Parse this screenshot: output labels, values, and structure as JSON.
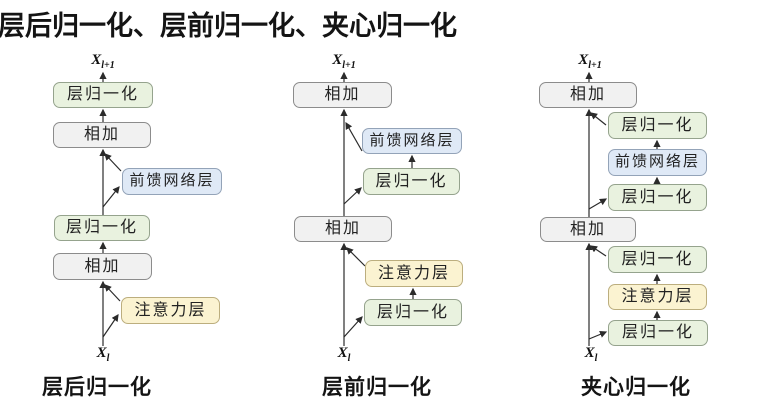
{
  "title": "层后归一化、层前归一化、夹心归一化",
  "labels": {
    "add": "相加",
    "layernorm": "层归一化",
    "feedforward": "前馈网络层",
    "attention": "注意力层"
  },
  "variables": {
    "x_base": "X",
    "out_subscript": "l+1",
    "in_subscript": "l"
  },
  "columns": [
    {
      "caption": "层后归一化"
    },
    {
      "caption": "层前归一化"
    },
    {
      "caption": "夹心归一化"
    }
  ],
  "colors": {
    "add_fill": "#f1f1f1",
    "add_border": "#8c8c8c",
    "layernorm_fill": "#e9f2df",
    "layernorm_border": "#95a38d",
    "feedforward_fill": "#dfe9f6",
    "feedforward_border": "#93a3b8",
    "attention_fill": "#fbf3d1",
    "attention_border": "#bcae7e",
    "line": "#2b2b2b",
    "text": "#1f1f1f"
  }
}
